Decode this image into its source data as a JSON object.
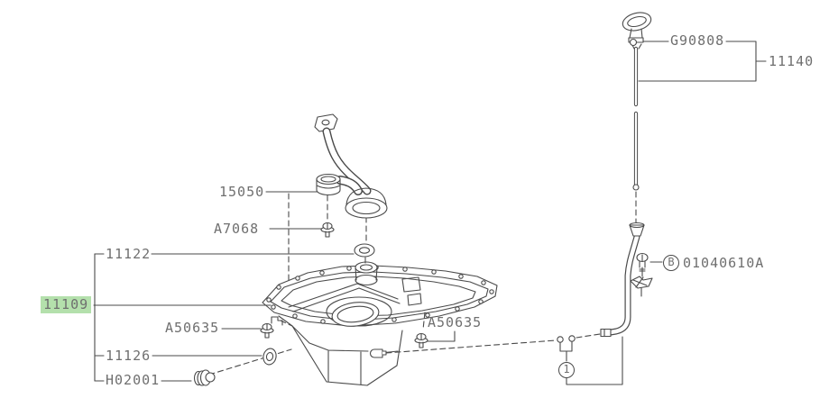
{
  "colors": {
    "background": "#ffffff",
    "line": "#4a4a4a",
    "label_text": "#6f6f6f",
    "highlight": "#b4e0ac"
  },
  "labels": {
    "strainer": "15050",
    "strainer_bolt": "A7068",
    "gasket_oring": "11122",
    "oil_pan": "11109",
    "pan_bolt_left": "A50635",
    "pan_bolt_right": "A50635",
    "drain_plug_gasket": "11126",
    "drain_plug": "H02001",
    "gauge_cap": "G90808",
    "gauge_assembly": "11140",
    "callout_b": "B",
    "tube_bolt": "01040610A",
    "callout_1": "1"
  }
}
